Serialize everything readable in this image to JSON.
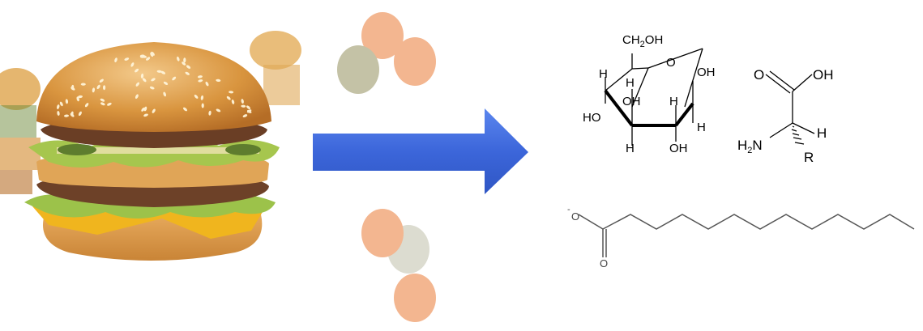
{
  "glucose": {
    "ch2oh_ch": "CH",
    "ch2oh_sub": "2",
    "ch2oh_oh": "OH",
    "ring_o": "O",
    "labels": [
      "H",
      "OH",
      "H",
      "OH",
      "H",
      "HO",
      "H",
      "OH",
      "H"
    ]
  },
  "amino_acid": {
    "carbonyl_o": "O",
    "oh": "OH",
    "h": "H",
    "h2n_h": "H",
    "h2n_sub": "2",
    "h2n_n": "N",
    "r": "R"
  },
  "fatty_acid": {
    "charge": "-",
    "o_top": "O",
    "o_bottom": "O"
  },
  "colors": {
    "arrow_start": "#3a64d8",
    "arrow_end": "#5a86ee",
    "peach": "#f3b690",
    "grey_green": "#c4c2a6",
    "light_grey": "#dcdcd0"
  }
}
